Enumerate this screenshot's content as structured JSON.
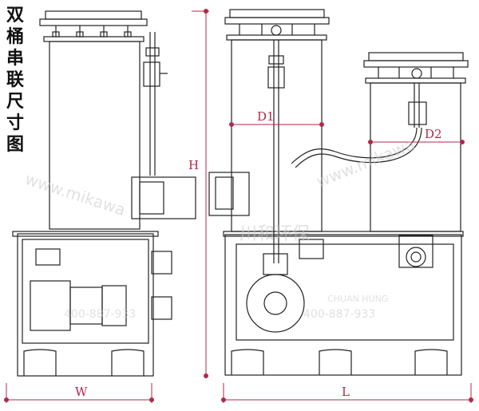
{
  "title_chars": [
    "双",
    "桶",
    "串",
    "联",
    "尺",
    "寸",
    "图"
  ],
  "dimensions": {
    "H": "H",
    "W": "W",
    "L": "L",
    "D1": "D1",
    "D2": "D2"
  },
  "watermark": {
    "url": "www.mikawa",
    "brand_cn": "川和环保",
    "brand_en": "CHUAN HUNG",
    "phone": "400-887-933"
  },
  "colors": {
    "dimension": "#b0284a",
    "line": "#222222"
  }
}
